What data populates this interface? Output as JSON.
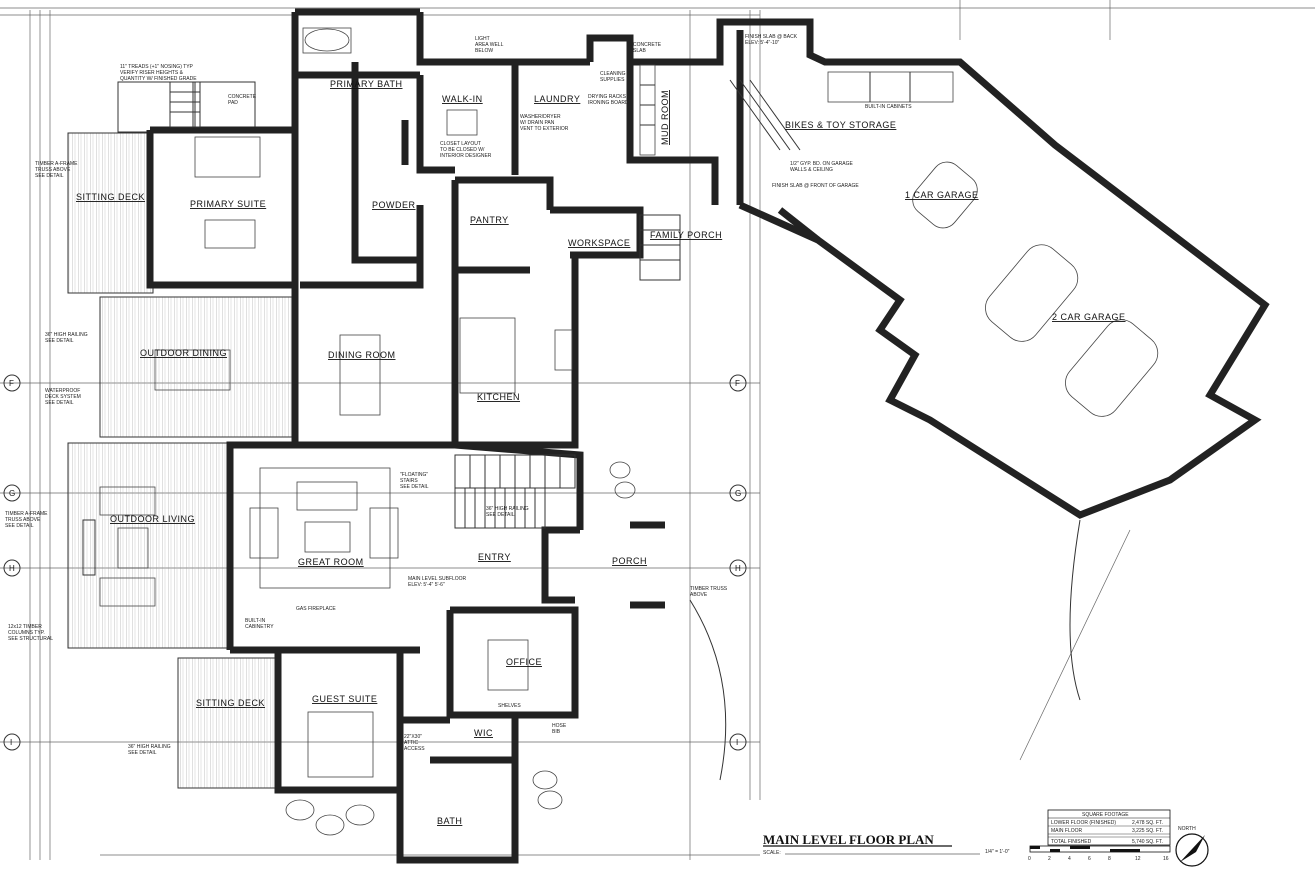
{
  "title": "MAIN LEVEL FLOOR PLAN",
  "scale_label": "SCALE:",
  "scale_value": "1/4\" = 1'-0\"",
  "scale_ticks": [
    "0",
    "2",
    "4",
    "6",
    "8",
    "12",
    "16"
  ],
  "north_label": "NORTH",
  "rooms": {
    "primary_bath": "PRIMARY BATH",
    "walk_in": "WALK-IN",
    "laundry": "LAUNDRY",
    "mud_room": "MUD ROOM",
    "bikes": "BIKES & TOY STORAGE",
    "sitting_deck_1": "SITTING DECK",
    "primary_suite": "PRIMARY SUITE",
    "powder": "POWDER",
    "pantry": "PANTRY",
    "workspace": "WORKSPACE",
    "family_porch": "FAMILY PORCH",
    "garage1": "1 CAR GARAGE",
    "garage2": "2 CAR GARAGE",
    "outdoor_dining": "OUTDOOR DINING",
    "dining_room": "DINING ROOM",
    "kitchen": "KITCHEN",
    "outdoor_living": "OUTDOOR LIVING",
    "great_room": "GREAT ROOM",
    "entry": "ENTRY",
    "porch": "PORCH",
    "office": "OFFICE",
    "sitting_deck_2": "SITTING DECK",
    "guest_suite": "GUEST SUITE",
    "wic": "WIC",
    "bath": "BATH"
  },
  "notes": {
    "light_well": "LIGHT\nAREA WELL\nBELOW",
    "concrete_slab": "CONCRETE\nSLAB",
    "concrete_pad": "CONCRETE\nPAD",
    "built_in_cabinets": "BUILT-IN CABINETS",
    "finish_slab_back": "FINISH SLAB @ BACK\nELEV: 5'-4\"-10\"",
    "finish_slab_front": "FINISH SLAB @ FRONT OF GARAGE",
    "gyp_note": "1/2\" GYP. BD. ON GARAGE\nWALLS & CEILING",
    "closet_layout": "CLOSET LAYOUT\nTO BE CLOSED W/\nINTERIOR DESIGNER",
    "floating_stairs": "\"FLOATING\"\nSTAIRS\nSEE DETAIL",
    "railing": "36\" HIGH RAILING\nSEE DETAIL",
    "main_subfloor": "MAIN LEVEL SUBFLOOR\nELEV: 5'-4\" 5'-6\"",
    "gas_fireplace": "GAS FIREPLACE",
    "timber_truss": "TIMBER TRUSS\nABOVE",
    "shelves": "SHELVES",
    "built_in": "BUILT-IN\nCABINETRY",
    "timber_aframe": "TIMBER A-FRAME\nTRUSS ABOVE\nSEE DETAIL",
    "waterproof": "WATERPROOF\nDECK SYSTEM\nSEE DETAIL",
    "timber_columns": "12x12 TIMBER\nCOLUMNS TYP.\nSEE STRUCTURAL",
    "stairs_note": "11\" TREADS (+1\" NOSING) TYP\nVERIFY RISER HEIGHTS &\nQUANTITY W/ FINISHED GRADE",
    "attic": "22\"X30\"\nATTIC\nACCESS",
    "hose_bib": "HOSE\nBIB",
    "dryer": "WASHER/DRYER\nW/ DRAIN PAN\nVENT TO EXTERIOR",
    "dry_rack": "DRYING RACKS /\nIRONING BOARD",
    "cleaning": "CLEANING\nSUPPLIES"
  },
  "grid_left": [
    "F",
    "G",
    "H",
    "I"
  ],
  "grid_right": [
    "F",
    "G",
    "H",
    "I"
  ],
  "sqft_table": {
    "header": "SQUARE FOOTAGE",
    "rows": [
      {
        "label": "LOWER FLOOR (FINISHED)",
        "value": "2,478 SQ. FT."
      },
      {
        "label": "MAIN FLOOR",
        "value": "3,225 SQ. FT."
      },
      {
        "label": "TOTAL FINISHED",
        "value": "5,740 SQ. FT."
      }
    ]
  }
}
